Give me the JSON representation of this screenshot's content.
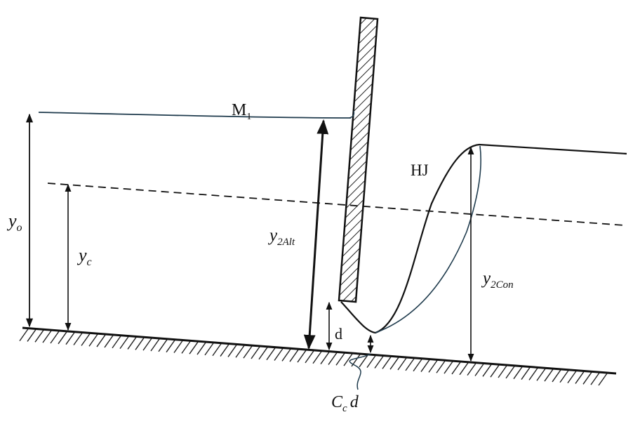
{
  "labels": {
    "m1_main": "M",
    "m1_sub": "1",
    "hj": "HJ",
    "yo_main": "y",
    "yo_sub": "o",
    "yc_main": "y",
    "yc_sub": "c",
    "y2alt_main": "y",
    "y2alt_sub": "2Alt",
    "y2con_main": "y",
    "y2con_sub": "2Con",
    "d": "d",
    "ccd_c": "C",
    "ccd_sub": "c",
    "ccd_d": "d"
  },
  "colors": {
    "ink": "#111111",
    "water_surface_blue": "#1f3b4d",
    "hatch": "#222222"
  }
}
